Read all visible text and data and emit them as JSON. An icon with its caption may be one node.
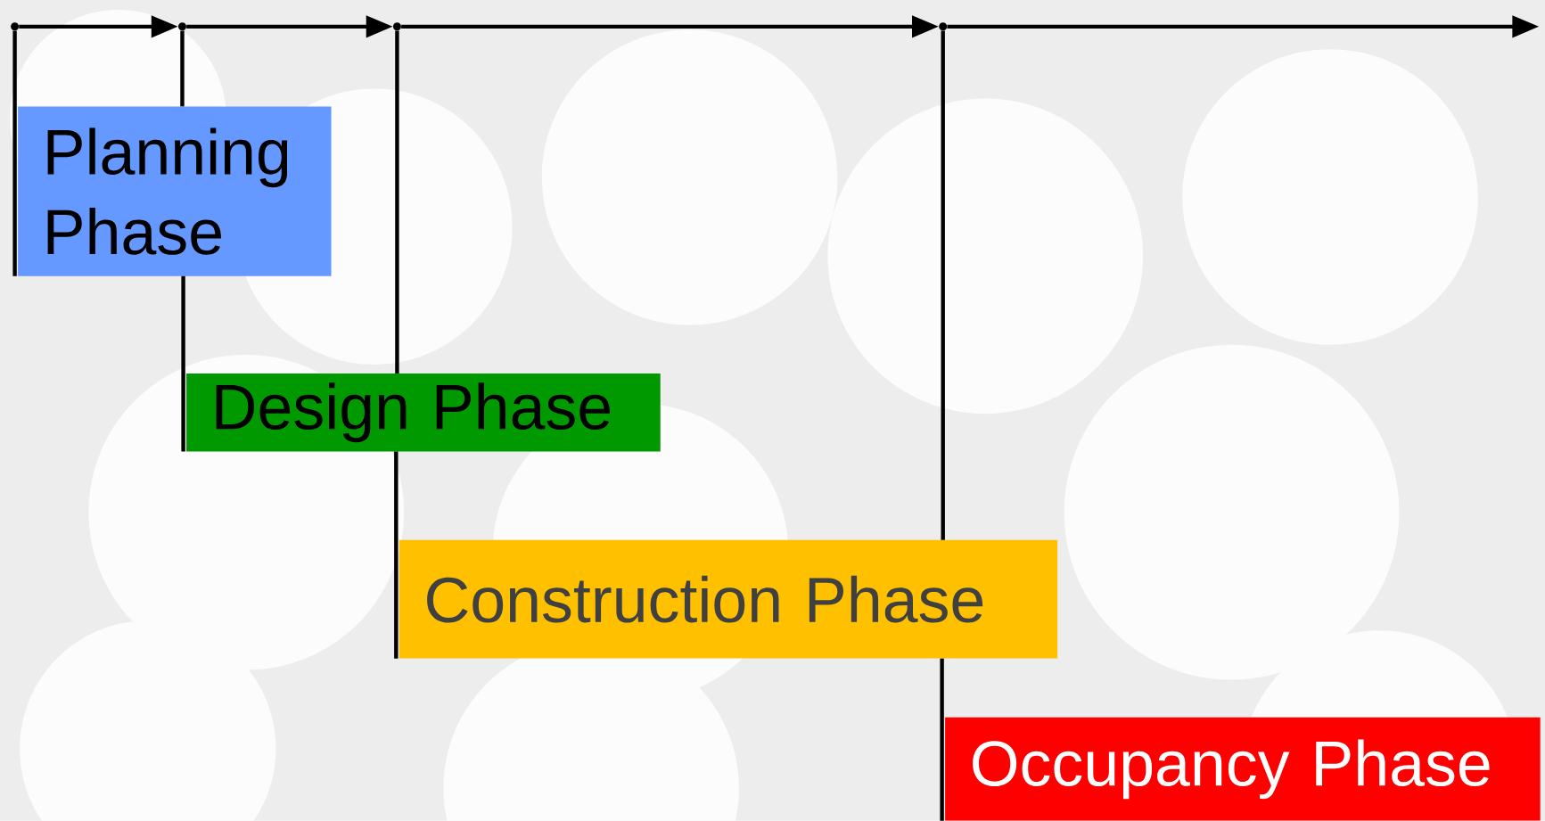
{
  "diagram": {
    "nodes": [
      {
        "text": [
          "Planning Phase"
        ]
      },
      {
        "text": [
          "Design Phase"
        ]
      },
      {
        "text": [
          "Construction Phase"
        ]
      },
      {
        "text": [
          "Occupancy Phase"
        ]
      },
      {
        "text": [],
        "shape": "circle"
      },
      {
        "text": [],
        "shape": "circle"
      },
      {
        "text": [],
        "shape": "circle"
      },
      {
        "text": [],
        "shape": "circle"
      }
    ],
    "edges": [
      {
        "from": 4,
        "to": 5,
        "arrow": "to"
      },
      {
        "from": 5,
        "to": 6,
        "arrow": "to"
      },
      {
        "from": 6,
        "to": 7,
        "arrow": "to"
      },
      {
        "from": 7,
        "to": null,
        "arrow": "to"
      },
      {
        "from": 4,
        "to": 0,
        "arrow": "none"
      },
      {
        "from": 5,
        "to": 0,
        "arrow": "none"
      },
      {
        "from": 0,
        "to": 1,
        "arrow": "none"
      },
      {
        "from": 6,
        "to": 1,
        "arrow": "none"
      },
      {
        "from": 1,
        "to": 2,
        "arrow": "none"
      },
      {
        "from": 7,
        "to": 2,
        "arrow": "none"
      },
      {
        "from": 2,
        "to": 3,
        "arrow": "none"
      }
    ]
  }
}
